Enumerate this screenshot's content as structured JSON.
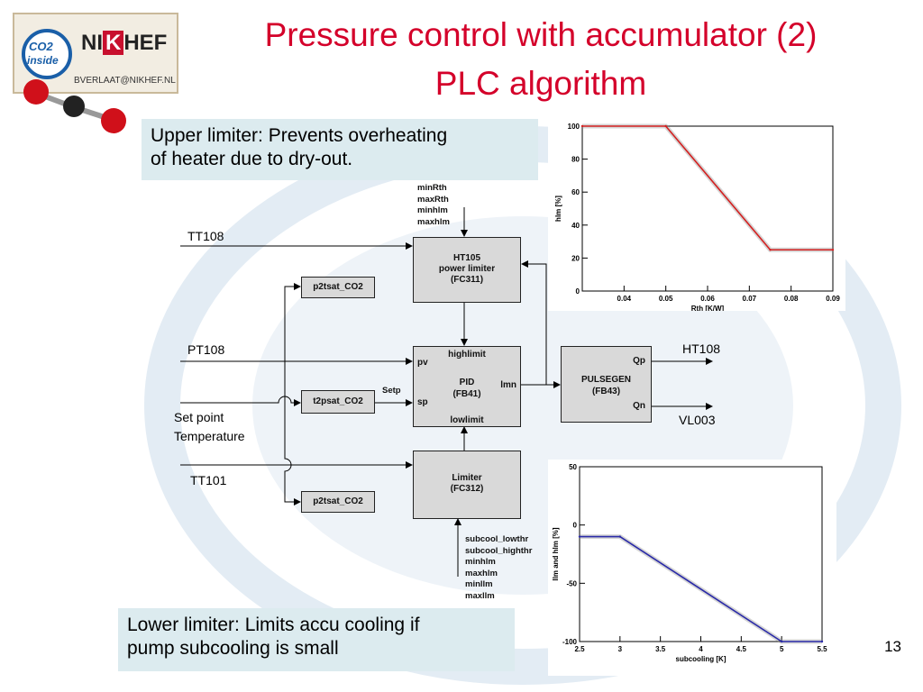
{
  "title": {
    "line1": "Pressure control with accumulator (2)",
    "line2": "PLC algorithm"
  },
  "logo": {
    "nikhef_left": "NI",
    "nikhef_mid": "K",
    "nikhef_right": "HEF",
    "email": "BVERLAAT@NIKHEF.NL",
    "badge_top": "CO2",
    "badge_bottom": "inside"
  },
  "upper_note": {
    "line1": "Upper limiter: Prevents overheating",
    "line2": "of heater due to dry-out."
  },
  "lower_note": {
    "line1": "Lower limiter: Limits accu cooling if",
    "line2": "pump subcooling is small"
  },
  "page_number": "13",
  "signals": {
    "tt108": "TT108",
    "pt108": "PT108",
    "setpoint1": "Set point",
    "setpoint2": "Temperature",
    "tt101": "TT101",
    "ht108": "HT108",
    "vl003": "VL003"
  },
  "blocks": {
    "ht105": {
      "l1": "HT105",
      "l2": "power limiter",
      "l3": "(FC311)"
    },
    "pid": {
      "top": "highlimit",
      "pv": "pv",
      "sp": "sp",
      "l1": "PID",
      "l2": "(FB41)",
      "lmn": "lmn",
      "bottom": "lowlimit"
    },
    "pulsegen": {
      "l1": "PULSEGEN",
      "l2": "(FB43)",
      "qp": "Qp",
      "qn": "Qn"
    },
    "limiter": {
      "l1": "Limiter",
      "l2": "(FC312)"
    },
    "conv1": "p2tsat_CO2",
    "conv2": "t2psat_CO2",
    "conv3": "p2tsat_CO2",
    "setp": "Setp"
  },
  "params_top": [
    "minRth",
    "maxRth",
    "minhlm",
    "maxhlm"
  ],
  "params_bottom": [
    "subcool_lowthr",
    "subcool_highthr",
    "minhlm",
    "maxhlm",
    "minllm",
    "maxllm"
  ],
  "chart_data": [
    {
      "type": "line",
      "title": "",
      "xlabel": "Rth [K/W]",
      "ylabel": "hlm [%]",
      "xlim": [
        0.03,
        0.09
      ],
      "ylim": [
        0,
        100
      ],
      "x_ticks": [
        "0.04",
        "0.05",
        "0.06",
        "0.07",
        "0.08",
        "0.09"
      ],
      "y_ticks": [
        "0",
        "20",
        "40",
        "60",
        "80",
        "100"
      ],
      "series": [
        {
          "color": "#d42020",
          "x": [
            0.03,
            0.05,
            0.075,
            0.09
          ],
          "y": [
            100,
            100,
            25,
            25
          ]
        }
      ]
    },
    {
      "type": "line",
      "title": "",
      "xlabel": "subcooling [K]",
      "ylabel": "llm and hlm [%]",
      "xlim": [
        2.5,
        5.5
      ],
      "ylim": [
        -100,
        50
      ],
      "x_ticks": [
        "2.5",
        "3",
        "3.5",
        "4",
        "4.5",
        "5",
        "5.5"
      ],
      "y_ticks": [
        "50",
        "0",
        "-50",
        "-100"
      ],
      "series": [
        {
          "color": "#2a2aa8",
          "x": [
            2.5,
            3.0,
            5.0,
            5.5
          ],
          "y": [
            -10,
            -10,
            -100,
            -100
          ]
        }
      ]
    }
  ]
}
